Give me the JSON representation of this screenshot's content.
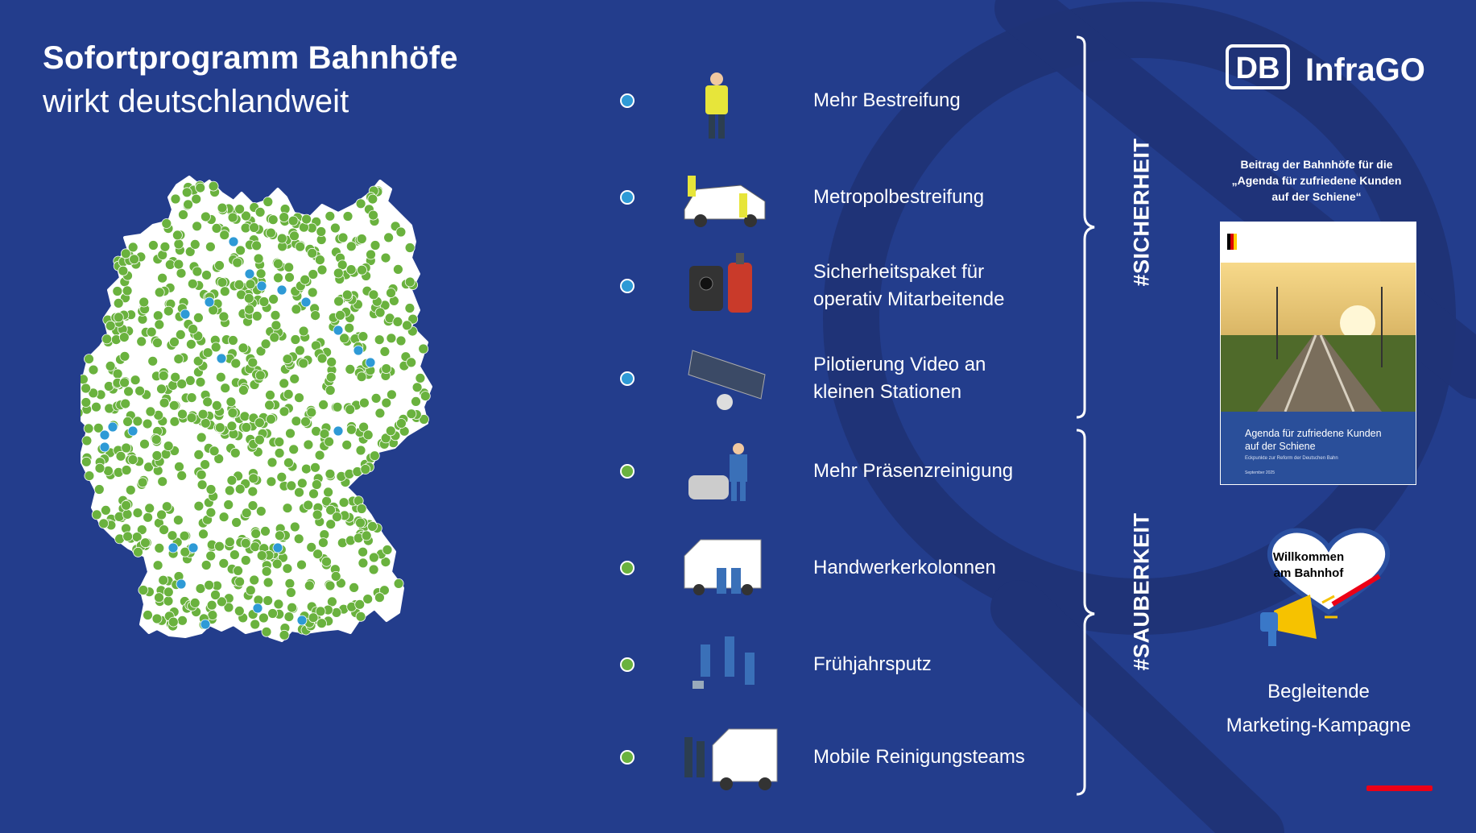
{
  "header": {
    "title_bold": "Sofortprogramm Bahnhöfe",
    "title_regular": "wirkt deutschlandweit"
  },
  "logo": {
    "mark": "DB",
    "name": "InfraGO"
  },
  "colors": {
    "background": "#233d8c",
    "green_dot": "#6ab23e",
    "blue_dot": "#2e9ad6",
    "accent_red": "#ec0016"
  },
  "groups": [
    {
      "tag": "#SICHERHEIT"
    },
    {
      "tag": "#SAUBERKEIT"
    }
  ],
  "measures": [
    {
      "label": "Mehr Bestreifung",
      "dot_color": "#2e9ad6",
      "icon": "security-guard-icon"
    },
    {
      "label": "Metropolbestreifung",
      "dot_color": "#2e9ad6",
      "icon": "patrol-car-icon"
    },
    {
      "label": "Sicherheitspaket für\noperativ Mitarbeitende",
      "dot_color": "#2e9ad6",
      "icon": "bodycam-spray-icon"
    },
    {
      "label": "Pilotierung Video an\nkleinen Stationen",
      "dot_color": "#2e9ad6",
      "icon": "display-camera-icon"
    },
    {
      "label": "Mehr Präsenzreinigung",
      "dot_color": "#6ab23e",
      "icon": "floor-cleaner-icon"
    },
    {
      "label": "Handwerkerkolonnen",
      "dot_color": "#6ab23e",
      "icon": "craftsmen-van-icon"
    },
    {
      "label": "Frühjahrsputz",
      "dot_color": "#6ab23e",
      "icon": "spring-cleaning-icon"
    },
    {
      "label": "Mobile Reinigungsteams",
      "dot_color": "#6ab23e",
      "icon": "cleaning-van-icon"
    }
  ],
  "agenda": {
    "caption": "Beitrag der Bahnhöfe für die\n„Agenda für zufriedene Kunden\nauf der Schiene“",
    "cover_title": "Agenda für zufriedene Kunden auf der Schiene",
    "cover_subtitle": "Eckpunkte zur Reform der Deutschen Bahn",
    "cover_date": "September 2025"
  },
  "campaign": {
    "badge_text": "Willkommen\nam Bahnhof",
    "label": "Begleitende\nMarketing-Kampagne"
  }
}
